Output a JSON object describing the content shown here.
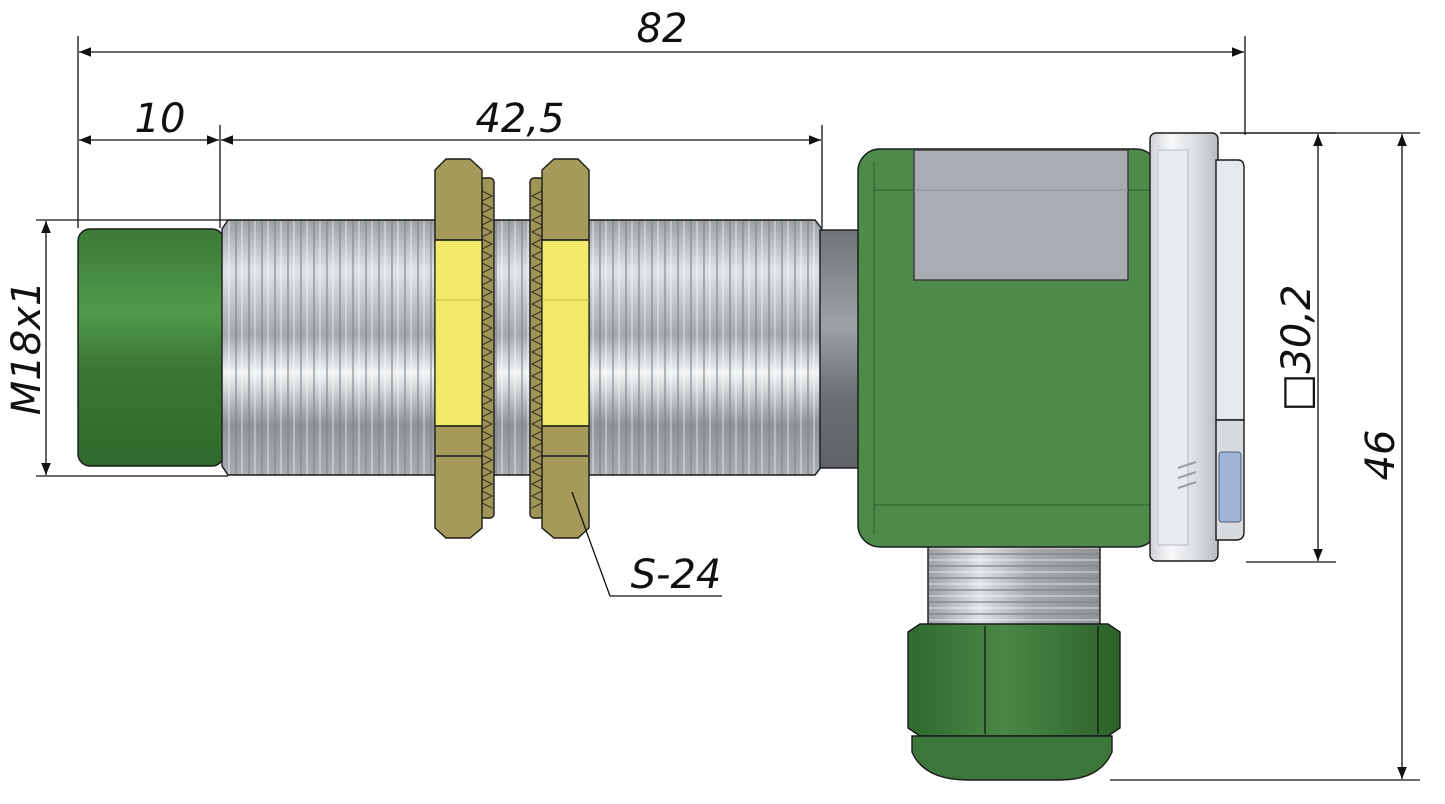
{
  "dimensions": {
    "overall_length": "82",
    "sensing_head_length": "10",
    "thread_length": "42,5",
    "thread_size": "M18x1",
    "nut_size": "S-24",
    "housing_square": "□30,2",
    "total_height": "46"
  },
  "colors": {
    "housing_green": "#4e8a4a",
    "head_green": "#3d7d3a",
    "gland_green": "#3f7a3f",
    "nut_gold": "#a49a5a",
    "nut_yellow": "#f5ec6a",
    "thread_steel": "#a4a8ac",
    "label_grey": "#a9adb3",
    "cap_white": "#e4e6e8",
    "led_blue": "#9fb4d6"
  }
}
